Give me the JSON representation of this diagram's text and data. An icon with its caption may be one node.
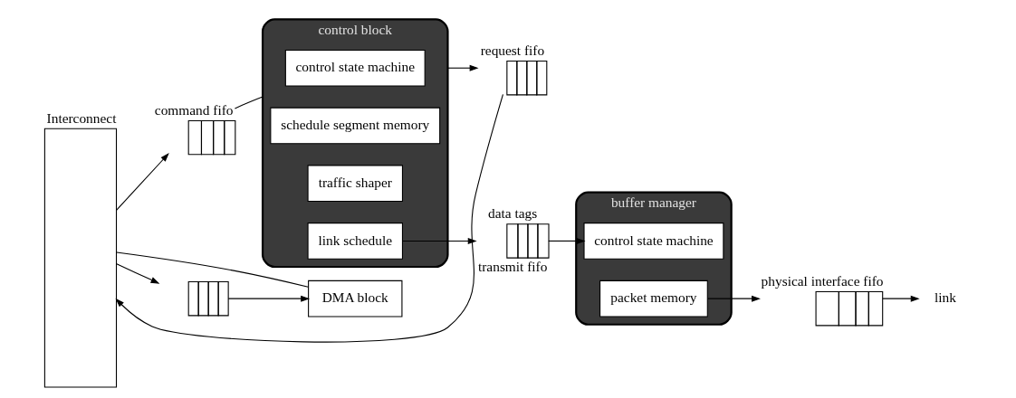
{
  "diagram": {
    "nodes": [
      {
        "text": [
          "Interconnect"
        ]
      },
      {
        "text": [
          "command fifo"
        ]
      },
      {
        "text": [
          "control block"
        ]
      },
      {
        "text": [
          "control state machine"
        ],
        "in": 2
      },
      {
        "text": [
          "schedule segment memory"
        ],
        "in": 2
      },
      {
        "text": [
          "traffic shaper"
        ],
        "in": 2
      },
      {
        "text": [
          "link schedule"
        ],
        "in": 2
      },
      {
        "text": [
          "request fifo"
        ]
      },
      {
        "text": [
          "data tags",
          "transmit fifo"
        ]
      },
      {
        "text": [
          "buffer manager"
        ]
      },
      {
        "text": [
          "control state machine"
        ],
        "in": 9
      },
      {
        "text": [
          "packet memory"
        ],
        "in": 9
      },
      {
        "text": [
          "physical interface fifo"
        ]
      },
      {
        "text": [
          "link"
        ]
      },
      {
        "text": [
          "DMA block"
        ]
      },
      {
        "text": [],
        "shape": "box"
      }
    ],
    "edges": [
      {
        "from": 0,
        "to": 1,
        "arrow": "to"
      },
      {
        "from": 1,
        "to": 2,
        "arrow": "none"
      },
      {
        "from": 2,
        "to": 7,
        "arrow": "to"
      },
      {
        "from": 7,
        "to": 0,
        "arrow": "to"
      },
      {
        "from": 6,
        "to": 8,
        "arrow": "to"
      },
      {
        "from": 8,
        "to": 10,
        "arrow": "to"
      },
      {
        "from": 11,
        "to": 12,
        "arrow": "to"
      },
      {
        "from": 12,
        "to": 13,
        "arrow": "to"
      },
      {
        "from": 0,
        "to": 14,
        "arrow": "none"
      },
      {
        "from": 0,
        "to": 15,
        "arrow": "to"
      },
      {
        "from": 15,
        "to": 14,
        "arrow": "to"
      }
    ]
  }
}
